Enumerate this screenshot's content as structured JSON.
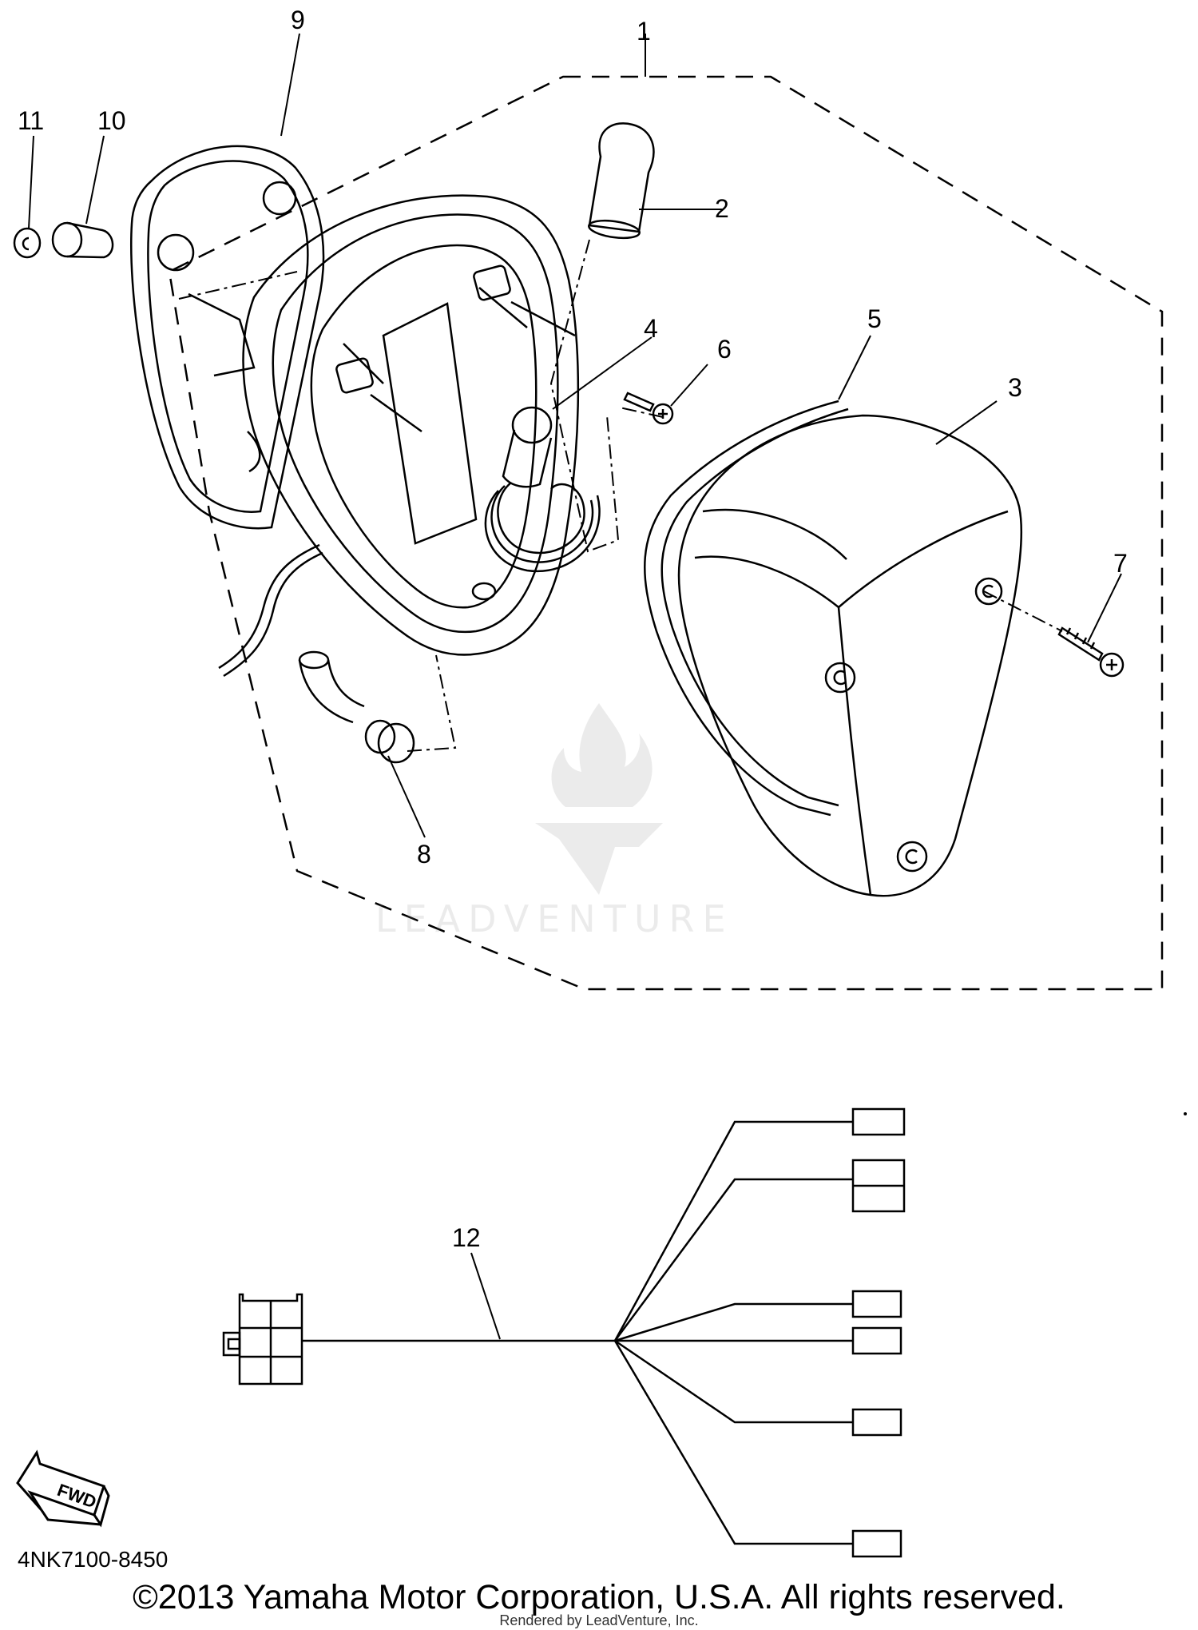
{
  "callouts": {
    "c1": "1",
    "c2": "2",
    "c3": "3",
    "c4": "4",
    "c5": "5",
    "c6": "6",
    "c7": "7",
    "c8": "8",
    "c9": "9",
    "c10": "10",
    "c11": "11",
    "c12": "12"
  },
  "fwd_label": "FWD",
  "part_number": "4NK7100-8450",
  "copyright": "©2013 Yamaha Motor Corporation, U.S.A. All rights reserved.",
  "rendered_by": "Rendered by LeadVenture, Inc.",
  "watermark": "LEADVENTURE",
  "colors": {
    "line": "#000000",
    "background": "#ffffff",
    "watermark": "#888888"
  }
}
